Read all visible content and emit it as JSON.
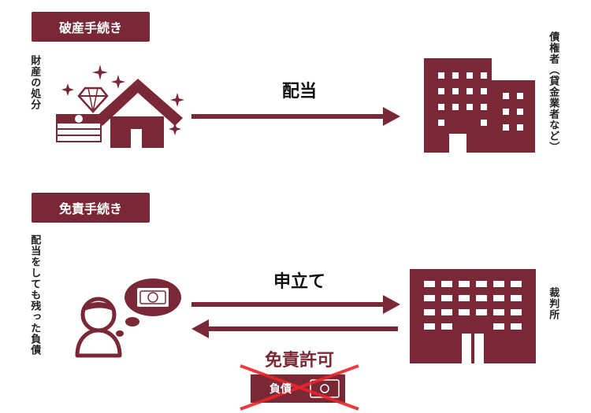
{
  "bankruptcy": {
    "title": "破産手続き",
    "side_label": "財産の処分",
    "arrow_label": "配当",
    "creditor_label": "債権者（貸金業者など）"
  },
  "discharge": {
    "title": "免責手続き",
    "side_label": "配当をしても残った負債",
    "arrow_label": "申立て",
    "court_label": "裁判所",
    "permission_label": "免責許可",
    "debt_label": "負債"
  },
  "colors": {
    "accent": "#7a2835",
    "text": "#111111"
  }
}
